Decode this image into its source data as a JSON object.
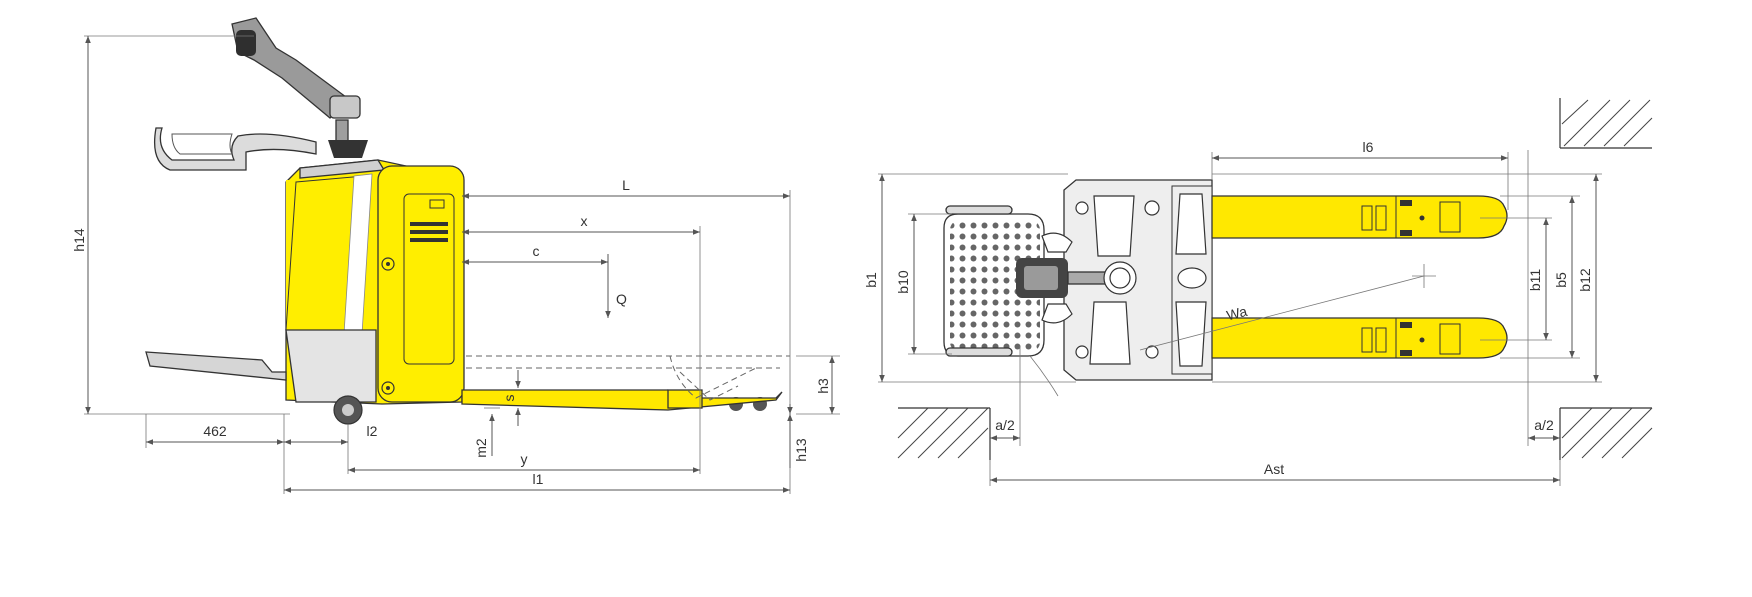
{
  "labels": {
    "h14": "h14",
    "L": "L",
    "x": "x",
    "c": "c",
    "Q": "Q",
    "s": "s",
    "h3": "h3",
    "d462": "462",
    "l2": "l2",
    "m2": "m2",
    "y": "y",
    "h13": "h13",
    "l1": "l1",
    "l6": "l6",
    "b1": "b1",
    "b10": "b10",
    "Wa": "Wa",
    "b11": "b11",
    "b5": "b5",
    "b12": "b12",
    "a2_left": "a/2",
    "a2_right": "a/2",
    "Ast": "Ast"
  },
  "colors": {
    "body_yellow": "#FFEE00",
    "fork_yellow": "#FFE800",
    "grey_panel": "#E4E4E4",
    "dark_part": "#555555"
  }
}
